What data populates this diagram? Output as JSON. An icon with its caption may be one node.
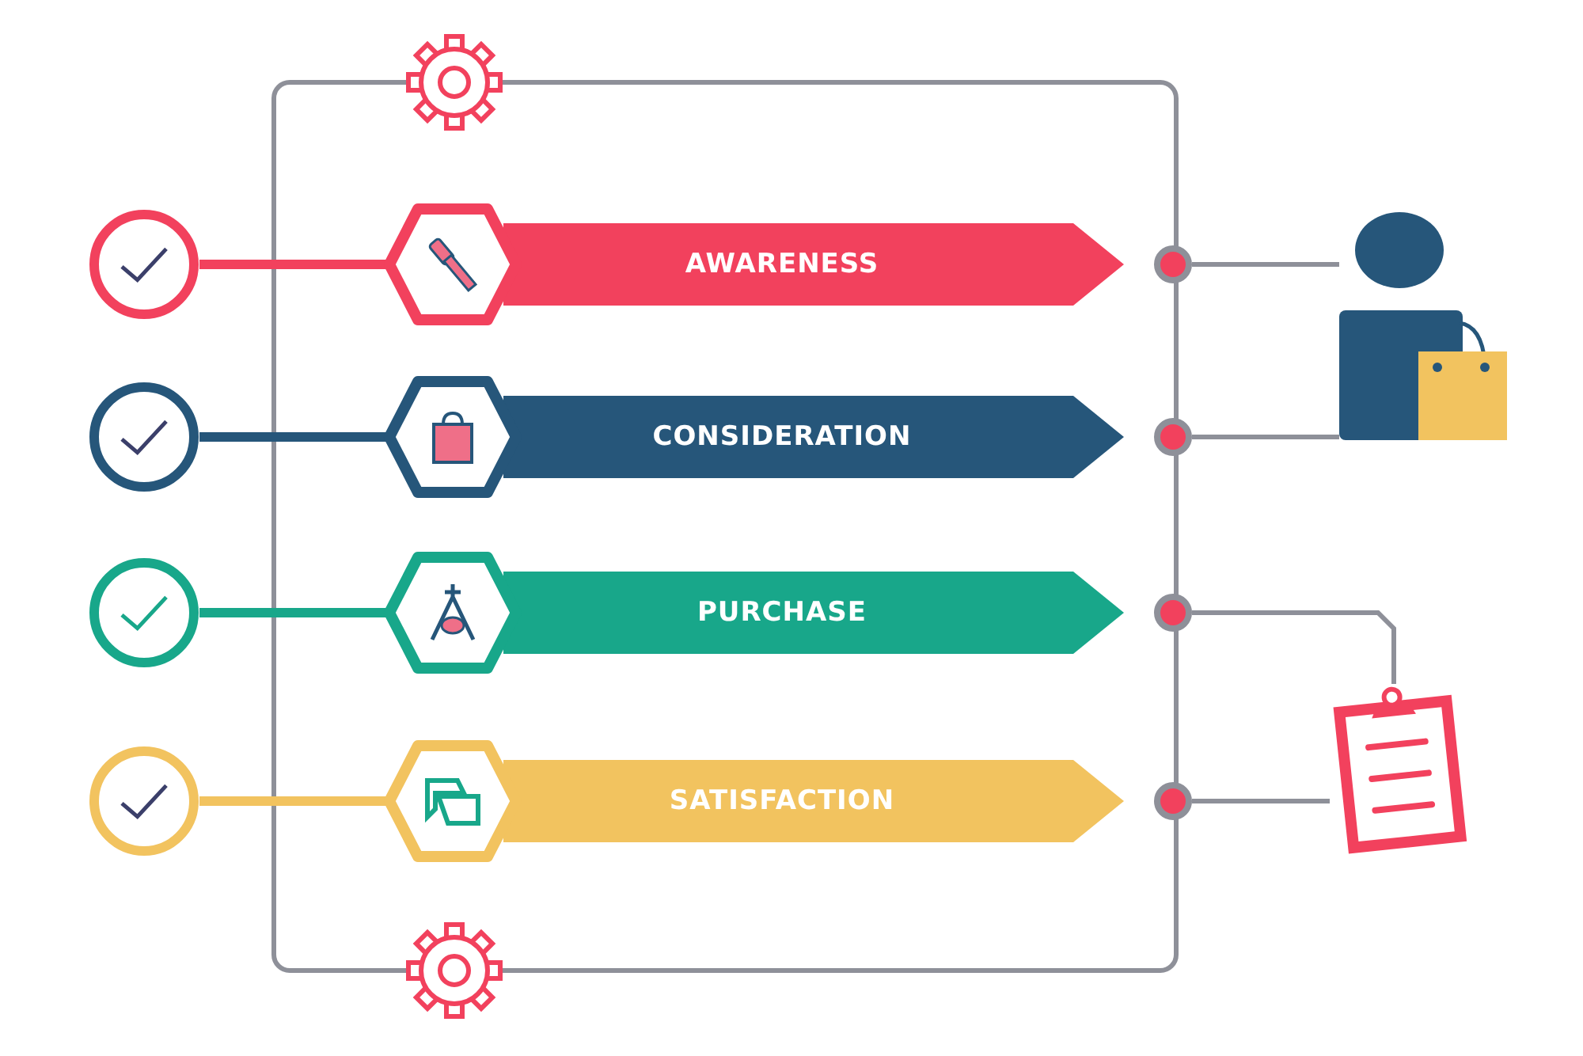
{
  "diagram": {
    "nodes": [
      {
        "text": [
          "AWARENESS"
        ]
      },
      {
        "text": [
          "CONSIDERATION"
        ]
      },
      {
        "text": [
          "PURCHASE"
        ]
      },
      {
        "text": [
          "SATISFACTION"
        ]
      },
      {
        "text": [],
        "shape": "circle"
      },
      {
        "text": [],
        "shape": "circle"
      },
      {
        "text": [],
        "shape": "circle"
      },
      {
        "text": [],
        "shape": "circle"
      },
      {
        "text": [],
        "shape": "hexagon"
      },
      {
        "text": [],
        "shape": "hexagon"
      },
      {
        "text": [],
        "shape": "hexagon"
      },
      {
        "text": [],
        "shape": "hexagon"
      },
      {
        "text": [],
        "shape": "circle"
      },
      {
        "text": [],
        "shape": "circle"
      },
      {
        "text": [],
        "shape": "circle"
      },
      {
        "text": [],
        "shape": "circle"
      },
      {
        "text": [],
        "shape": "person"
      },
      {
        "text": [],
        "shape": "clipboard"
      }
    ],
    "edges": [
      {
        "from": 4,
        "to": 8,
        "arrow": "none",
        "style": "thick",
        "color": "#f2415d"
      },
      {
        "from": 5,
        "to": 9,
        "arrow": "none",
        "style": "thick",
        "color": "#26567a"
      },
      {
        "from": 6,
        "to": 10,
        "arrow": "none",
        "style": "thick",
        "color": "#18a78a"
      },
      {
        "from": 7,
        "to": 11,
        "arrow": "none",
        "style": "thick",
        "color": "#f2c35f"
      },
      {
        "from": 12,
        "to": 16,
        "arrow": "none"
      },
      {
        "from": 13,
        "to": 16,
        "arrow": "none"
      },
      {
        "from": 14,
        "to": 17,
        "arrow": "none"
      },
      {
        "from": 15,
        "to": 17,
        "arrow": "none"
      }
    ]
  }
}
